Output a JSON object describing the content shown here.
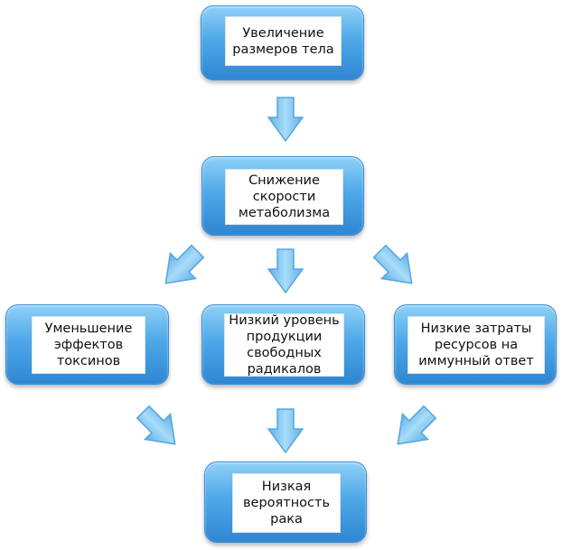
{
  "nodes": {
    "body_size": "Увеличение\nразмеров тела",
    "metabolism": "Снижение\nскорости\nметаболизма",
    "toxins": "Уменьшение\nэффектов\nтоксинов",
    "radicals": "Низкий уровень\nпродукции\nсвободных\nрадикалов",
    "immune": "Низкие затраты\nресурсов на\nиммунный ответ",
    "cancer": "Низкая\nвероятность\nрака"
  },
  "colors": {
    "box_fill_light": "#8fd0f7",
    "box_fill_dark": "#2f86d2",
    "arrow_fill": "#7fc4ef",
    "arrow_stroke": "#5aa6de"
  }
}
